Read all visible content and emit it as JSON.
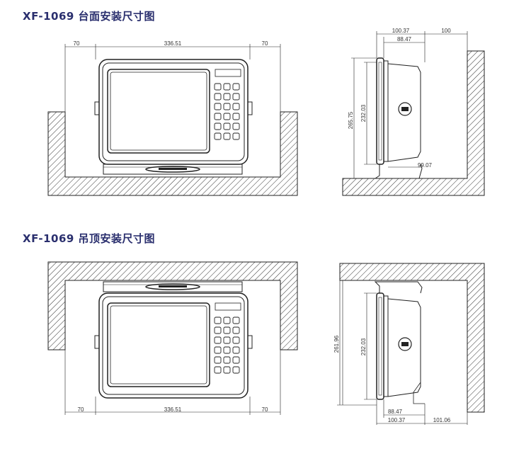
{
  "sections": {
    "desk": {
      "title": "XF-1069 台面安装尺寸图"
    },
    "ceiling": {
      "title": "XF-1069 吊顶安装尺寸图"
    }
  },
  "dimensions": {
    "desk_front": {
      "left": "70",
      "width": "336.51",
      "right": "70"
    },
    "desk_side": {
      "top_total": "100.37",
      "top_body": "88.47",
      "top_right": "100",
      "height_total": "265.75",
      "height_body": "232.03",
      "depth": "99.07"
    },
    "ceil_front": {
      "left": "70",
      "width": "336.51",
      "right": "70"
    },
    "ceil_side": {
      "height_total": "261.96",
      "height_body": "232.03",
      "bottom_body": "88.47",
      "bottom_total": "100.37",
      "bottom_right": "101.06"
    }
  },
  "colors": {
    "title": "#2a2f6e",
    "line": "#222222",
    "hatch": "#333333"
  }
}
